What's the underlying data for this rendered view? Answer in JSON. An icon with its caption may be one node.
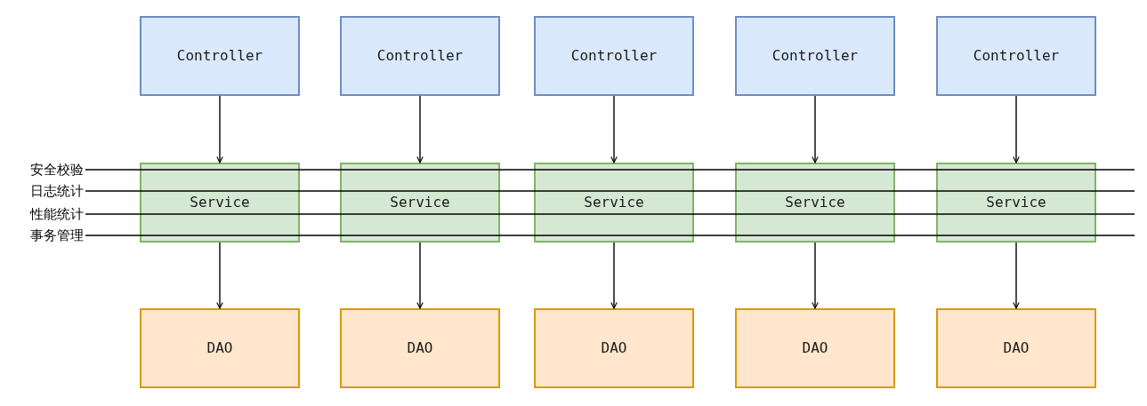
{
  "diagram": {
    "nodes": [
      {
        "text": [
          "Controller"
        ]
      },
      {
        "text": [
          "Controller"
        ]
      },
      {
        "text": [
          "Controller"
        ]
      },
      {
        "text": [
          "Controller"
        ]
      },
      {
        "text": [
          "Controller"
        ]
      },
      {
        "text": [
          "Service"
        ]
      },
      {
        "text": [
          "Service"
        ]
      },
      {
        "text": [
          "Service"
        ]
      },
      {
        "text": [
          "Service"
        ]
      },
      {
        "text": [
          "Service"
        ]
      },
      {
        "text": [
          "DAO"
        ]
      },
      {
        "text": [
          "DAO"
        ]
      },
      {
        "text": [
          "DAO"
        ]
      },
      {
        "text": [
          "DAO"
        ]
      },
      {
        "text": [
          "DAO"
        ]
      },
      {
        "text": [
          "安全校验"
        ]
      },
      {
        "text": [
          "日志统计"
        ]
      },
      {
        "text": [
          "性能统计"
        ]
      },
      {
        "text": [
          "事务管理"
        ]
      }
    ],
    "edges": [
      {
        "from": 0,
        "to": 5,
        "arrow": "to"
      },
      {
        "from": 1,
        "to": 6,
        "arrow": "to"
      },
      {
        "from": 2,
        "to": 7,
        "arrow": "to"
      },
      {
        "from": 3,
        "to": 8,
        "arrow": "to"
      },
      {
        "from": 4,
        "to": 9,
        "arrow": "to"
      },
      {
        "from": 5,
        "to": 10,
        "arrow": "to"
      },
      {
        "from": 6,
        "to": 11,
        "arrow": "to"
      },
      {
        "from": 7,
        "to": 12,
        "arrow": "to"
      },
      {
        "from": 8,
        "to": 13,
        "arrow": "to"
      },
      {
        "from": 9,
        "to": 14,
        "arrow": "to"
      },
      {
        "from": 15,
        "to": null,
        "arrow": "none"
      },
      {
        "from": 16,
        "to": null,
        "arrow": "none"
      },
      {
        "from": 17,
        "to": null,
        "arrow": "none"
      },
      {
        "from": 18,
        "to": null,
        "arrow": "none"
      }
    ]
  }
}
